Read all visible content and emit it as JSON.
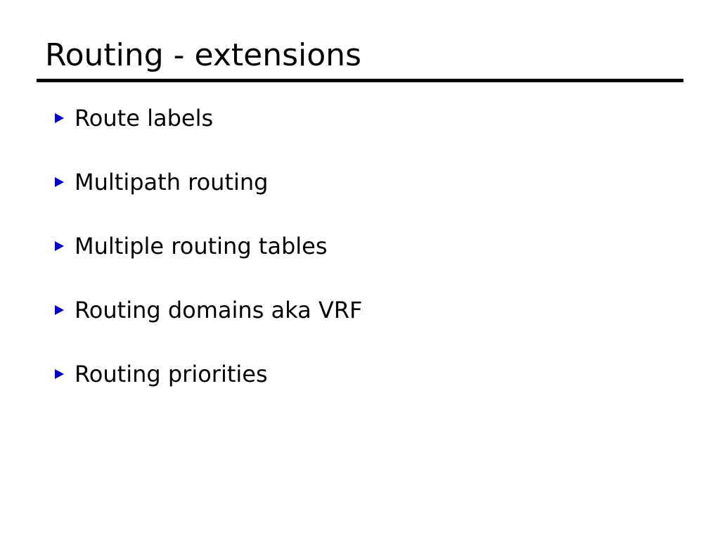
{
  "slide": {
    "title": "Routing - extensions",
    "accent_color": "#0000d0",
    "text_color": "#000000",
    "background_color": "#ffffff",
    "rule_color": "#000000",
    "bullet_icon": "triangle-right-icon",
    "bullets": [
      {
        "label": "Route labels"
      },
      {
        "label": "Multipath routing"
      },
      {
        "label": "Multiple routing tables"
      },
      {
        "label": "Routing domains aka VRF"
      },
      {
        "label": "Routing priorities"
      }
    ]
  }
}
